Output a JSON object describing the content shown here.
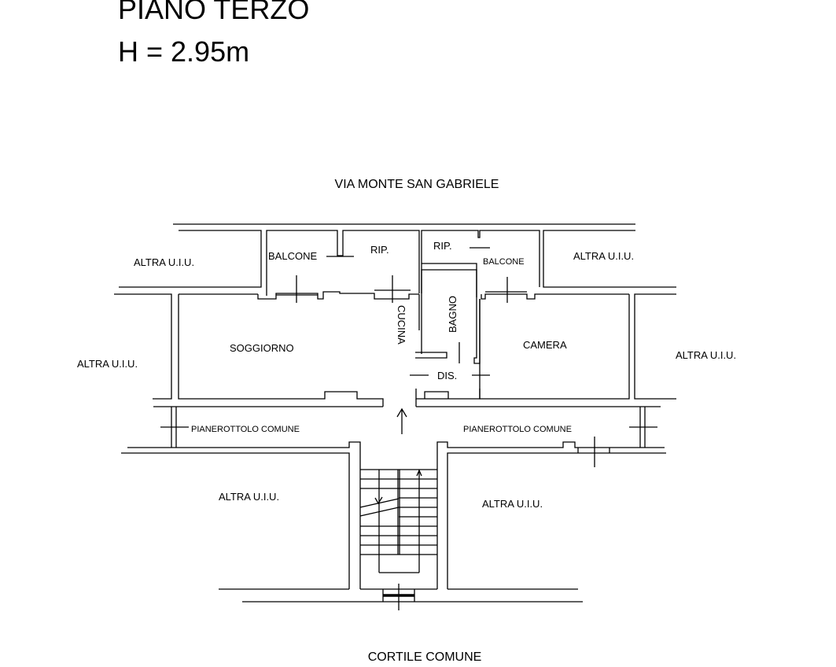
{
  "header": {
    "floor": "PIANO TERZO",
    "height": "H = 2.95m"
  },
  "plan": {
    "street": "VIA MONTE SAN GABRIELE",
    "courtyard": "CORTILE COMUNE",
    "rooms": {
      "balcone_left": "BALCONE",
      "rip_left": "RIP.",
      "rip_right": "RIP.",
      "balcone_right": "BALCONE",
      "cucina": "CUCINA",
      "bagno": "BAGNO",
      "soggiorno": "SOGGIORNO",
      "camera": "CAMERA",
      "dis": "DIS.",
      "landing_left": "PIANEROTTOLO COMUNE",
      "landing_right": "PIANEROTTOLO COMUNE"
    },
    "neighbors": {
      "top_left": "ALTRA U.I.U.",
      "top_right": "ALTRA U.I.U.",
      "mid_left": "ALTRA U.I.U.",
      "mid_right": "ALTRA U.I.U.",
      "bottom_left": "ALTRA U.I.U.",
      "bottom_right": "ALTRA U.I.U."
    }
  }
}
